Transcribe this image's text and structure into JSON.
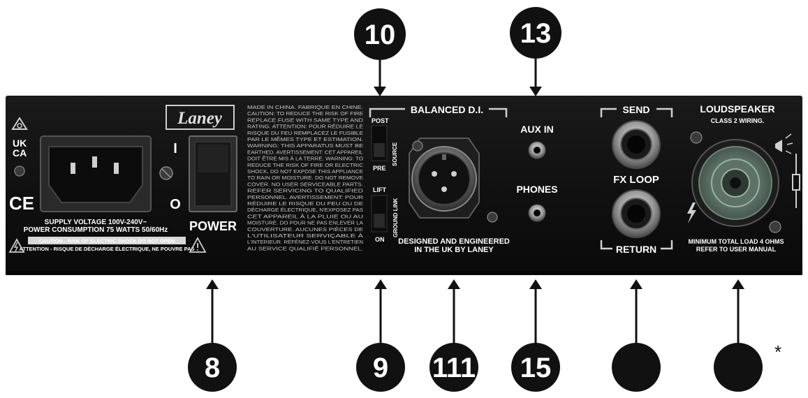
{
  "callouts_top": [
    "10",
    "13"
  ],
  "callouts_bottom": [
    "8",
    "9",
    "111",
    "15",
    "",
    ""
  ],
  "asterisk": "*",
  "left_section": {
    "marks": [
      "UK",
      "CA",
      "CE"
    ],
    "supply_voltage": "SUPPLY VOLTAGE 100V-240V~",
    "power_consumption": "POWER CONSUMPTION 75 WATTS 50/60Hz",
    "caution_en": "CAUTION - RISK OF ELECTRIC SHOCK DO NOT OPEN",
    "caution_fr": "ATTENTION - RISQUE DE DÉCHARGE ÉLECTRIQUE, NE POUVRE PAS"
  },
  "power": {
    "brand": "Laney",
    "on_mark": "I",
    "off_mark": "O",
    "label": "POWER"
  },
  "warning_text": [
    "MADE IN CHINA. FABRIQUE EN CHINE.",
    "CAUTION: TO REDUCE THE RISK OF FIRE",
    "REPLACE FUSE WITH SAME TYPE AND",
    "RATING. ATTENTION: POUR RÉDUIRE LE",
    "RISQUE DU FEU REMPLACEZ LE FUSIBLE",
    "PAR LE MÊMES TYPE ET ESTIMATION.",
    "WARNING: THIS APPARATUS MUST BE",
    "EARTHED. AVERTISSEMENT: CET APPAREIL",
    "DOIT ÊTRE MIS À LA TERRE. WARNING: TO",
    "REDUCE THE RISK OF FIRE OR ELECTRIC",
    "SHOCK, DO NOT EXPOSE THIS APPLIANCE",
    "TO RAIN OR MOISTURE. DO NOT REMOVE",
    "COVER. NO USER SERVICEABLE PARTS.",
    "REFER SERVICING TO QUALIFIED",
    "PERSONNEL. AVERTISSEMENT: POUR",
    "RÉDUIRE LE RISQUE DU FEU OU DE",
    "DÉCHARGE ÉLECTRIQUE, N'EXPOSEZ PAS",
    "CET APPAREIL À LA PLUIE OU AU",
    "MOISTURE. DO POUR NE PAS ENLEVER LA",
    "COUVERTURE. AUCUNES PIÈCES DE",
    "L'UTILISATEUR SERVIÇABLE À",
    "L'INTERIEUR. RÉFÉNEZ-VOUS L'ENTRETIEN",
    "AU SERVICE QUALIFIÉ PERSONNEL."
  ],
  "di": {
    "title": "BALANCED D.I.",
    "post": "POST",
    "pre": "PRE",
    "source": "SOURCE",
    "lift": "LIFT",
    "on": "ON",
    "ground_link": "GROUND LINK",
    "designed_line1": "DESIGNED AND ENGINEERED",
    "designed_line2": "IN THE UK BY LANEY"
  },
  "aux": {
    "aux_in": "AUX IN",
    "phones": "PHONES"
  },
  "fx": {
    "send": "SEND",
    "fx_loop": "FX LOOP",
    "return": "RETURN"
  },
  "speaker": {
    "title": "LOUDSPEAKER",
    "class2": "CLASS 2 WIRING.",
    "min_load": "MINIMUM TOTAL LOAD 4 OHMS",
    "refer": "REFER TO USER MANUAL"
  }
}
